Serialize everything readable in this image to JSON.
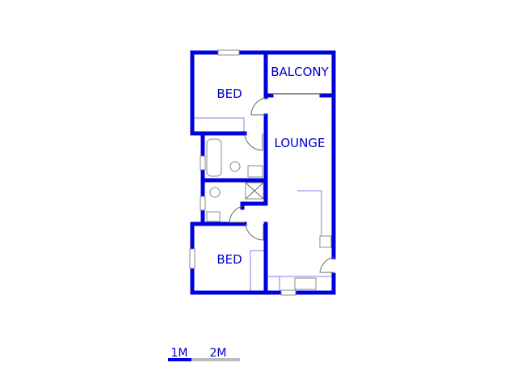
{
  "rooms": {
    "bed_top": "BED",
    "balcony": "BALCONY",
    "lounge": "LOUNGE",
    "bed_bottom": "BED"
  },
  "scale_bar": {
    "first": "1M",
    "second": "2M"
  },
  "colors": {
    "wall": "#0000dd",
    "label": "#0000cc",
    "fixture": "#8080e0",
    "scale_grey": "#bbbbbb"
  }
}
